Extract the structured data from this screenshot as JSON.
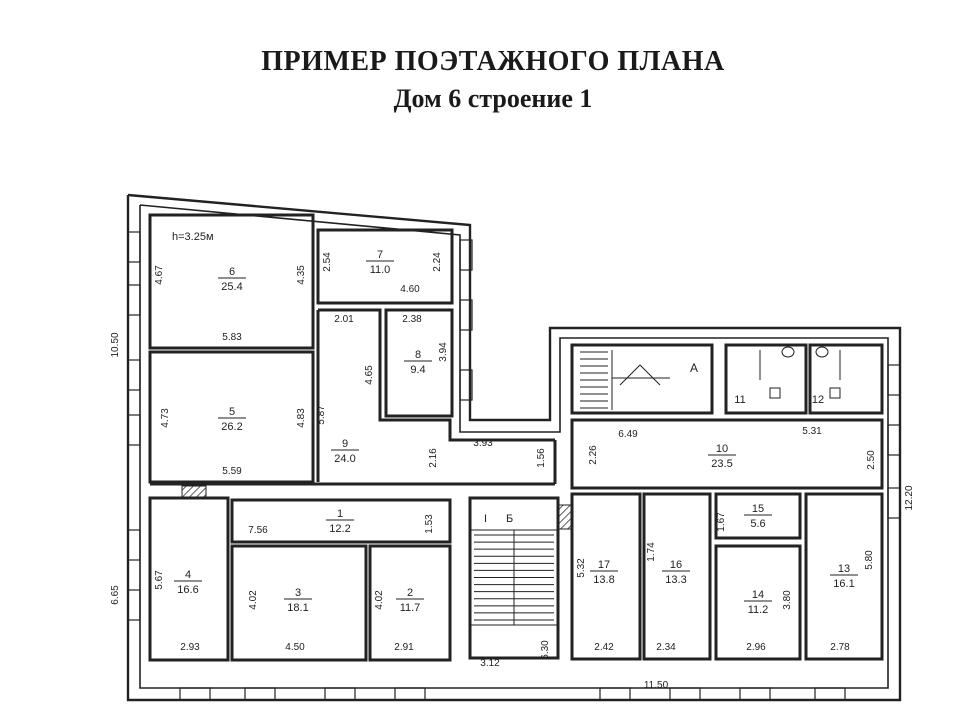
{
  "header": {
    "title": "ПРИМЕР ПОЭТАЖНОГО ПЛАНА",
    "subtitle": "Дом 6 строение 1"
  },
  "plan": {
    "ceiling_height": "h=3.25м",
    "rooms": [
      {
        "id": "room-1",
        "number": "1",
        "area": "12.2"
      },
      {
        "id": "room-2",
        "number": "2",
        "area": "11.7"
      },
      {
        "id": "room-3",
        "number": "3",
        "area": "18.1"
      },
      {
        "id": "room-4",
        "number": "4",
        "area": "16.6"
      },
      {
        "id": "room-5",
        "number": "5",
        "area": "26.2"
      },
      {
        "id": "room-6",
        "number": "6",
        "area": "25.4"
      },
      {
        "id": "room-7",
        "number": "7",
        "area": "11.0"
      },
      {
        "id": "room-8",
        "number": "8",
        "area": "9.4"
      },
      {
        "id": "room-9",
        "number": "9",
        "area": "24.0"
      },
      {
        "id": "room-10",
        "number": "10",
        "area": "23.5"
      },
      {
        "id": "room-11",
        "number": "11",
        "area": ""
      },
      {
        "id": "room-12",
        "number": "12",
        "area": ""
      },
      {
        "id": "room-13",
        "number": "13",
        "area": "16.1"
      },
      {
        "id": "room-14",
        "number": "14",
        "area": "11.2"
      },
      {
        "id": "room-15",
        "number": "15",
        "area": "5.6"
      },
      {
        "id": "room-16",
        "number": "16",
        "area": "13.3"
      },
      {
        "id": "room-17",
        "number": "17",
        "area": "13.8"
      }
    ],
    "stair_labels": [
      "А",
      "Б",
      "I"
    ],
    "dimensions": [
      "4.67",
      "4.35",
      "5.83",
      "2.54",
      "2.24",
      "4.60",
      "2.01",
      "2.38",
      "4.65",
      "3.94",
      "5.87",
      "4.73",
      "4.83",
      "5.59",
      "2.16",
      "3.93",
      "1.56",
      "10.50",
      "7.56",
      "1.53",
      "5.67",
      "4.02",
      "4.02",
      "2.93",
      "4.50",
      "2.91",
      "6.65",
      "3.12",
      "6.30",
      "6.49",
      "5.31",
      "2.26",
      "2.50",
      "12.20",
      "5.32",
      "1.74",
      "1.67",
      "3.80",
      "5.80",
      "2.42",
      "2.34",
      "2.96",
      "2.78",
      "11.50"
    ]
  }
}
